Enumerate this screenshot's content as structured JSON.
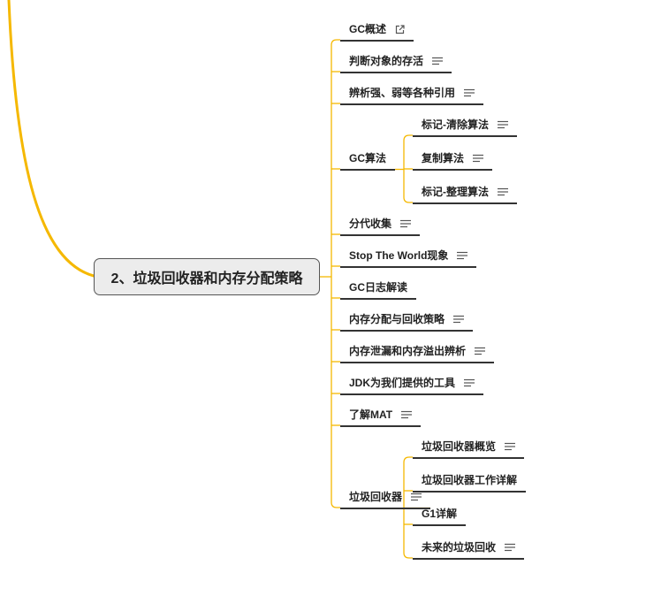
{
  "root": {
    "label": "2、垃圾回收器和内存分配策略"
  },
  "colors": {
    "branch": "#f5b800",
    "underline": "#333333",
    "icon": "#555555"
  },
  "branches": [
    {
      "label": "GC概述",
      "icon": "external-link-icon"
    },
    {
      "label": "判断对象的存活",
      "icon": "notes-icon"
    },
    {
      "label": "辨析强、弱等各种引用",
      "icon": "notes-icon"
    },
    {
      "label": "GC算法",
      "icon": "",
      "children": [
        {
          "label": "标记-清除算法",
          "icon": "notes-icon"
        },
        {
          "label": "复制算法",
          "icon": "notes-icon"
        },
        {
          "label": "标记-整理算法",
          "icon": "notes-icon"
        }
      ]
    },
    {
      "label": "分代收集",
      "icon": "notes-icon"
    },
    {
      "label": "Stop The World现象",
      "icon": "notes-icon"
    },
    {
      "label": "GC日志解读",
      "icon": ""
    },
    {
      "label": "内存分配与回收策略",
      "icon": "notes-icon"
    },
    {
      "label": "内存泄漏和内存溢出辨析",
      "icon": "notes-icon"
    },
    {
      "label": "JDK为我们提供的工具",
      "icon": "notes-icon"
    },
    {
      "label": "了解MAT",
      "icon": "notes-icon"
    },
    {
      "label": "垃圾回收器",
      "icon": "notes-icon",
      "children": [
        {
          "label": "垃圾回收器概览",
          "icon": "notes-icon"
        },
        {
          "label": "垃圾回收器工作详解",
          "icon": ""
        },
        {
          "label": "G1详解",
          "icon": ""
        },
        {
          "label": "未来的垃圾回收",
          "icon": "notes-icon"
        }
      ]
    }
  ]
}
